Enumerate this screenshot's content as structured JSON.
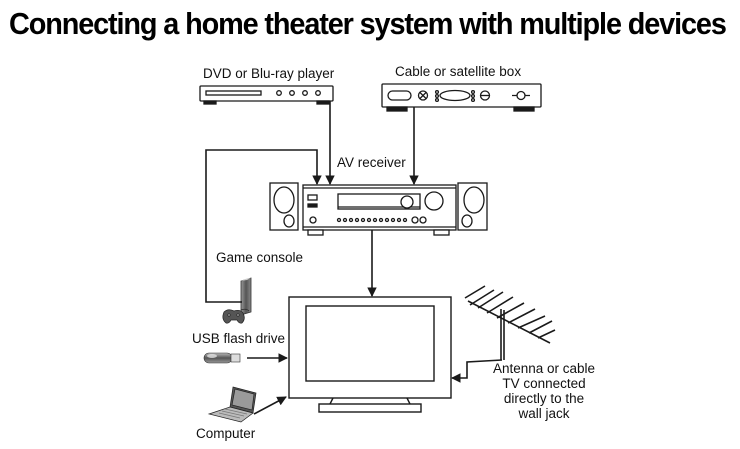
{
  "title": "Connecting a home theater system with multiple devices",
  "devices": {
    "dvd": {
      "label": "DVD or Blu-ray player",
      "icon": "dvd-player-icon"
    },
    "cable_box": {
      "label": "Cable or satellite box",
      "icon": "set-top-box-icon"
    },
    "av_receiver": {
      "label": "AV receiver",
      "icon": "av-receiver-icon"
    },
    "game_console": {
      "label": "Game console",
      "icon": "game-console-icon"
    },
    "usb": {
      "label": "USB flash drive",
      "icon": "usb-drive-icon"
    },
    "computer": {
      "label": "Computer",
      "icon": "laptop-icon"
    },
    "tv": {
      "label": "",
      "icon": "tv-icon"
    },
    "antenna": {
      "label_lines": [
        "Antenna or cable",
        "TV connected",
        "directly to the",
        "wall jack"
      ],
      "icon": "antenna-icon"
    }
  },
  "connections": [
    {
      "from": "DVD or Blu-ray player",
      "to": "AV receiver"
    },
    {
      "from": "Cable or satellite box",
      "to": "AV receiver"
    },
    {
      "from": "Game console",
      "to": "AV receiver"
    },
    {
      "from": "AV receiver",
      "to": "TV"
    },
    {
      "from": "USB flash drive",
      "to": "TV"
    },
    {
      "from": "Computer",
      "to": "TV"
    },
    {
      "from": "Antenna or cable TV connected directly to the wall jack",
      "to": "TV"
    }
  ],
  "colors": {
    "line": "#1a1a1a",
    "text": "#111111"
  }
}
